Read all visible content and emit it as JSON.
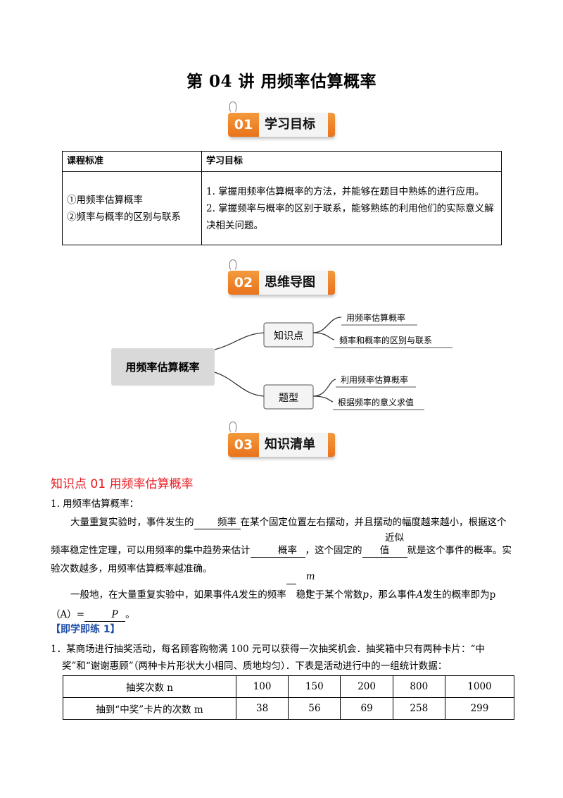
{
  "title": "第 04 讲  用频率估算概率",
  "sections": [
    {
      "num": "01",
      "label": "学习目标"
    },
    {
      "num": "02",
      "label": "思维导图"
    },
    {
      "num": "03",
      "label": "知识清单"
    }
  ],
  "goals_table": {
    "headers": [
      "课程标准",
      "学习目标"
    ],
    "standards": [
      "①用频率估算概率",
      "②频率与概率的区别与联系"
    ],
    "objectives": [
      "1. 掌握用频率估算概率的方法，并能够在题目中熟练的进行应用。",
      "2. 掌握频率与概率的区别于联系，能够熟练的利用他们的实际意义解决相关问题。"
    ]
  },
  "mindmap": {
    "root": "用频率估算概率",
    "branches": [
      {
        "label": "知识点",
        "leaves": [
          "用频率估算概率",
          "频率和概率的区别与联系"
        ]
      },
      {
        "label": "题型",
        "leaves": [
          "利用频率估算概率",
          "根据频率的意义求值"
        ]
      }
    ]
  },
  "knowledge": {
    "heading": "知识点 01    用频率估算概率",
    "item1_title": "1. 用频率估算概率：",
    "p1_a": "大量重复实验时，事件发生的",
    "blank1": "频率",
    "p1_b": "在某个固定位置左右摆动，并且摆动的幅度越来越小，根据这个频率稳定性定理，可以用频率的集中趋势来估计",
    "blank2": "概率",
    "p1_c": "，这个固定的",
    "blank3": "近似值",
    "p1_d": "就是这个事件的概率。实验次数越多，用频率估算概率越准确。",
    "p2_a": "一般地，在大量重复实验中，如果事件",
    "var_A": "A",
    "p2_b": "发生的频率",
    "frac_num": "m",
    "frac_den": "n",
    "p2_c": "稳定于某个常数",
    "var_p": "p",
    "p2_d": "，那么事件",
    "p2_e": "发生的概率即为",
    "p_of_A": "p（A）=",
    "blank4": "P",
    "p2_end": "。"
  },
  "practice": {
    "label": "【即学即练 1】",
    "q1_line1": "1．某商场进行抽奖活动，每名顾客购物满 100 元可以获得一次抽奖机会．抽奖箱中只有两种卡片：“中",
    "q1_line2": "奖”和“谢谢惠顾”（两种卡片形状大小相同、质地均匀）．下表是活动进行中的一组统计数据：",
    "table": {
      "row1_label": "抽奖次数 n",
      "row2_label": "抽到“中奖”卡片的次数 m",
      "n_values": [
        "100",
        "150",
        "200",
        "800",
        "1000"
      ],
      "m_values": [
        "38",
        "56",
        "69",
        "258",
        "299"
      ]
    }
  }
}
